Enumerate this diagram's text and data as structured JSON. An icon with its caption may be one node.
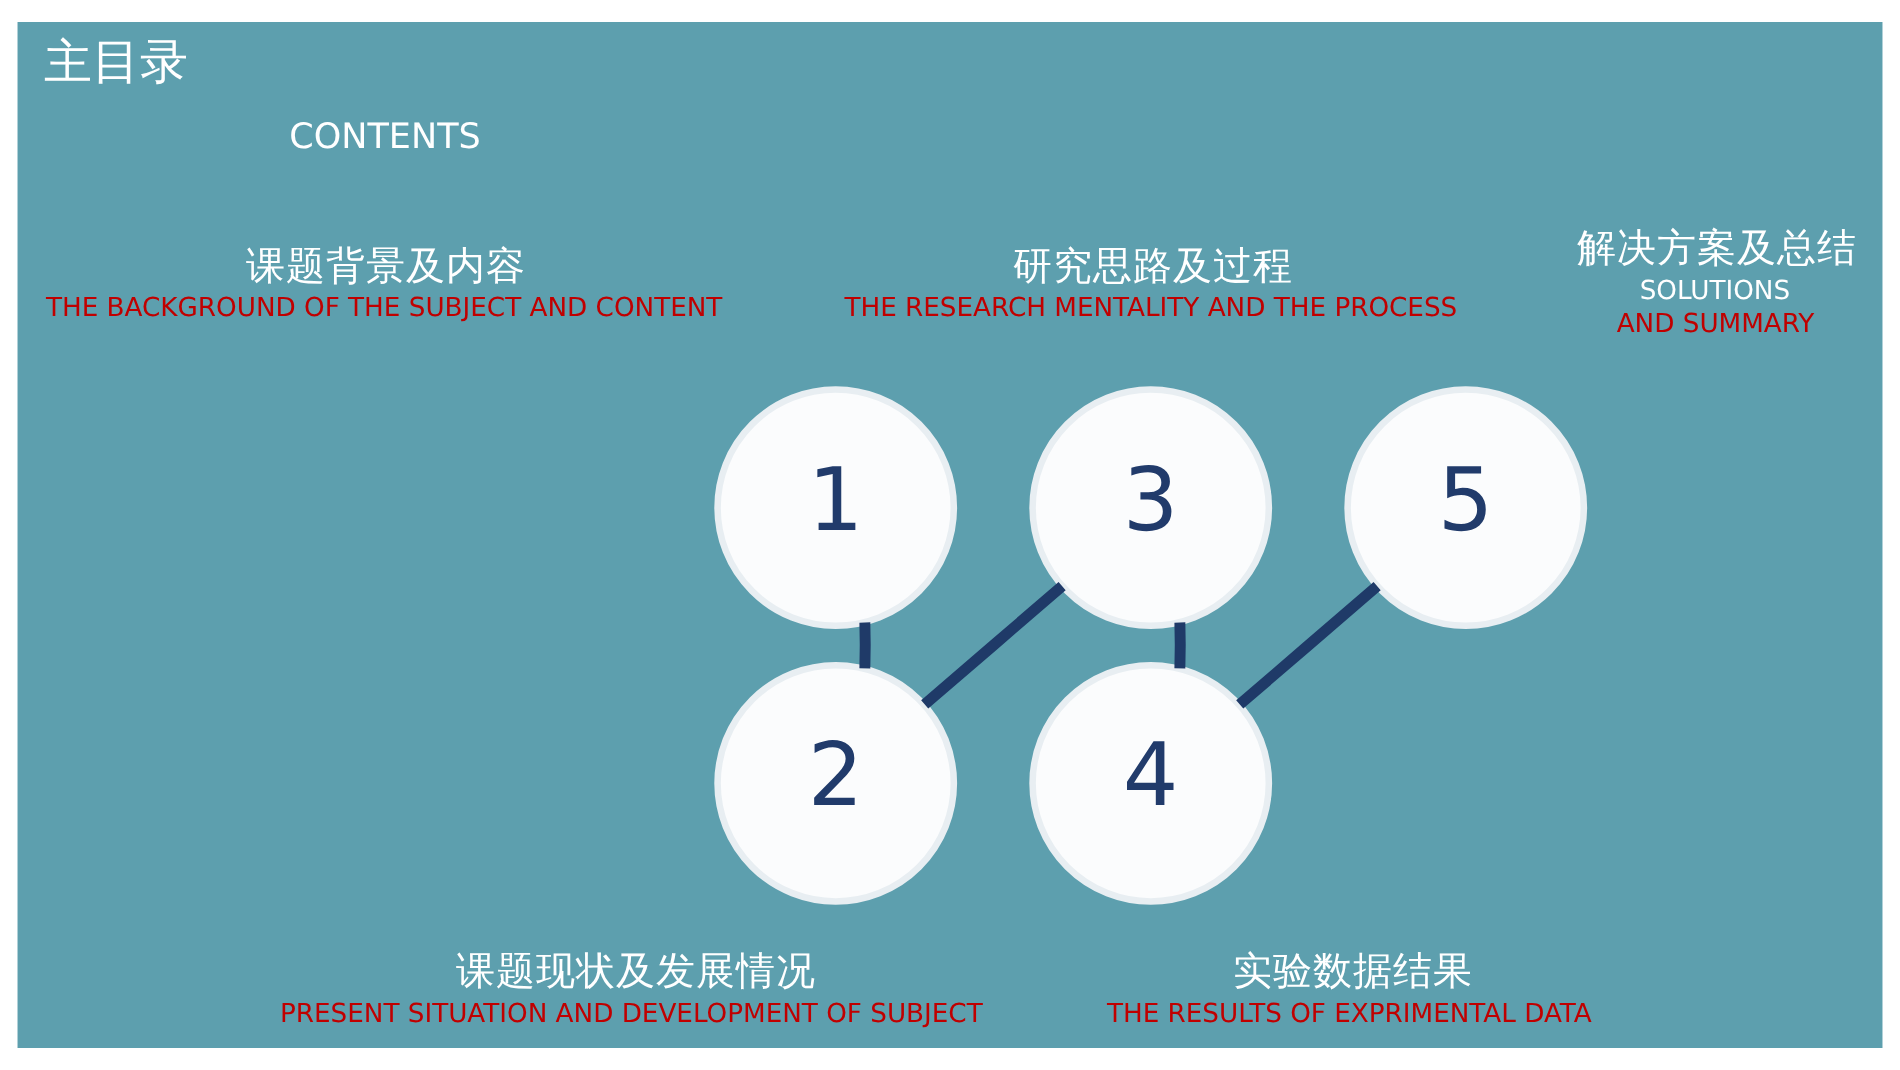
{
  "diagram": {
    "title": "主目录",
    "nodes": [
      {
        "text": [
          "1"
        ],
        "beside": [
          "课题背景及内容",
          "THE BACKGROUND OF THE SUBJECT AND CONTENT"
        ]
      },
      {
        "text": [
          "2"
        ],
        "beside": [
          "课题现状及发展情况",
          "PRESENT SITUATION AND DEVELOPMENT OF SUBJECT"
        ]
      },
      {
        "text": [
          "3"
        ],
        "beside": [
          "研究思路及过程",
          "THE RESEARCH MENTALITY AND THE PROCESS"
        ]
      },
      {
        "text": [
          "4"
        ],
        "beside": [
          "实验数据结果",
          "THE RESULTS OF EXPRIMENTAL DATA"
        ]
      },
      {
        "text": [
          "5"
        ],
        "beside": [
          "解决方案及总结",
          "SOLUTIONS",
          "AND SUMMARY"
        ]
      }
    ],
    "edges": [
      {
        "from": 0,
        "to": 1,
        "arrow": "none"
      },
      {
        "from": 1,
        "to": 2,
        "arrow": "none"
      },
      {
        "from": 2,
        "to": 3,
        "arrow": "none"
      },
      {
        "from": 3,
        "to": 4,
        "arrow": "none"
      }
    ],
    "labels": [
      "CONTENTS"
    ]
  }
}
